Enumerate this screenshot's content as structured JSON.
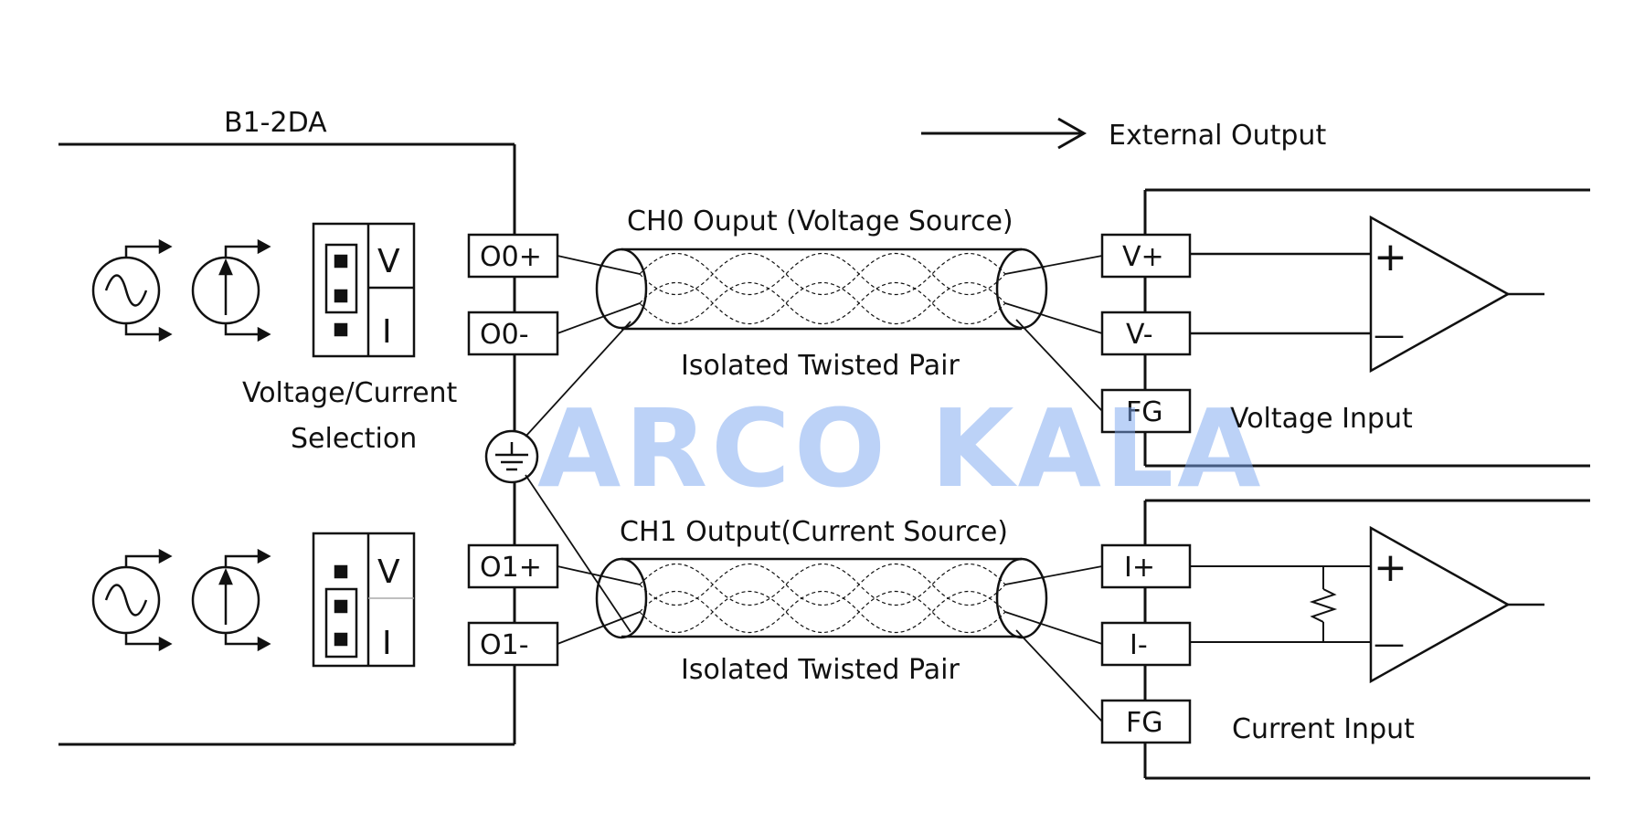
{
  "module_name": "B1-2DA",
  "legend": {
    "arrow_text": "External Output"
  },
  "selection_label": [
    "Voltage/Current",
    "Selection"
  ],
  "jumper_labels": {
    "voltage": "V",
    "current": "I"
  },
  "module_terminals": [
    "O0+",
    "O0-",
    "O1+",
    "O1-"
  ],
  "channels": [
    {
      "title": "CH0 Ouput (Voltage Source)",
      "cable_label": "Isolated Twisted Pair",
      "input_terminals": [
        "V+",
        "V-",
        "FG"
      ],
      "input_label": "Voltage Input"
    },
    {
      "title": "CH1 Output(Current Source)",
      "cable_label": "Isolated Twisted Pair",
      "input_terminals": [
        "I+",
        "I-",
        "FG"
      ],
      "input_label": "Current Input"
    }
  ],
  "amp_signs": {
    "plus": "+",
    "minus": "—"
  },
  "watermark": "ARCO KALA",
  "colors": {
    "line": "#111111",
    "watermark": "#7aa6f0"
  }
}
